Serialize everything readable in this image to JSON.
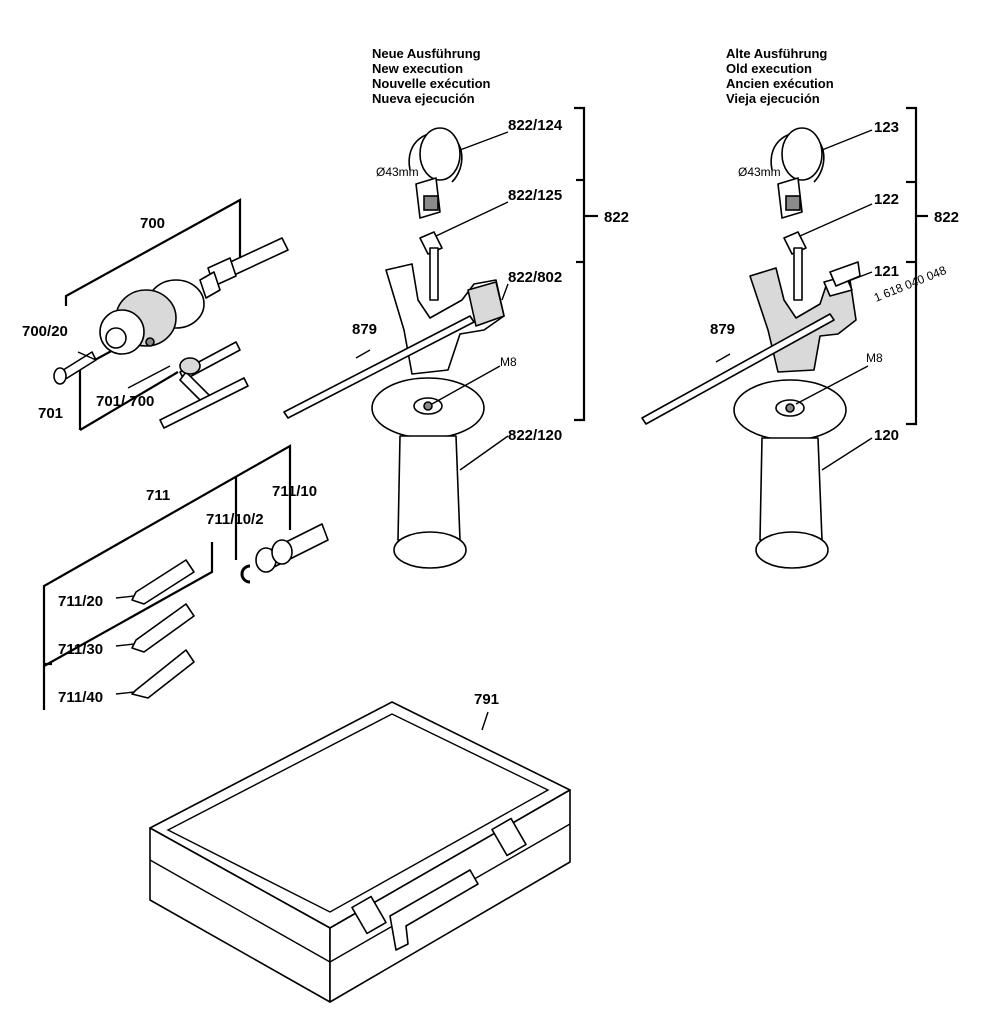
{
  "headers": {
    "new": [
      "Neue Ausführung",
      "New execution",
      "Nouvelle exécution",
      "Nueva ejecución"
    ],
    "old": [
      "Alte Ausführung",
      "Old execution",
      "Ancien exécution",
      "Vieja ejecución"
    ]
  },
  "labels": {
    "l700": "700",
    "l700_20": "700/20",
    "l701": "701",
    "l701_700": "701/ 700",
    "l711": "711",
    "l711_10_2": "711/10/2",
    "l711_10": "711/10",
    "l711_20": "711/20",
    "l711_30": "711/30",
    "l711_40": "711/40",
    "l822_124": "822/124",
    "l822_125": "822/125",
    "l822_new": "822",
    "l822_802": "822/802",
    "l879_new": "879",
    "m8_new": "M8",
    "l822_120": "822/120",
    "d43_new": "Ø43mm",
    "l123": "123",
    "l122": "122",
    "l822_old": "822",
    "l121": "121",
    "part_number": "1 618 040 048",
    "l879_old": "879",
    "m8_old": "M8",
    "l120": "120",
    "d43_old": "Ø43mm",
    "l791": "791"
  }
}
